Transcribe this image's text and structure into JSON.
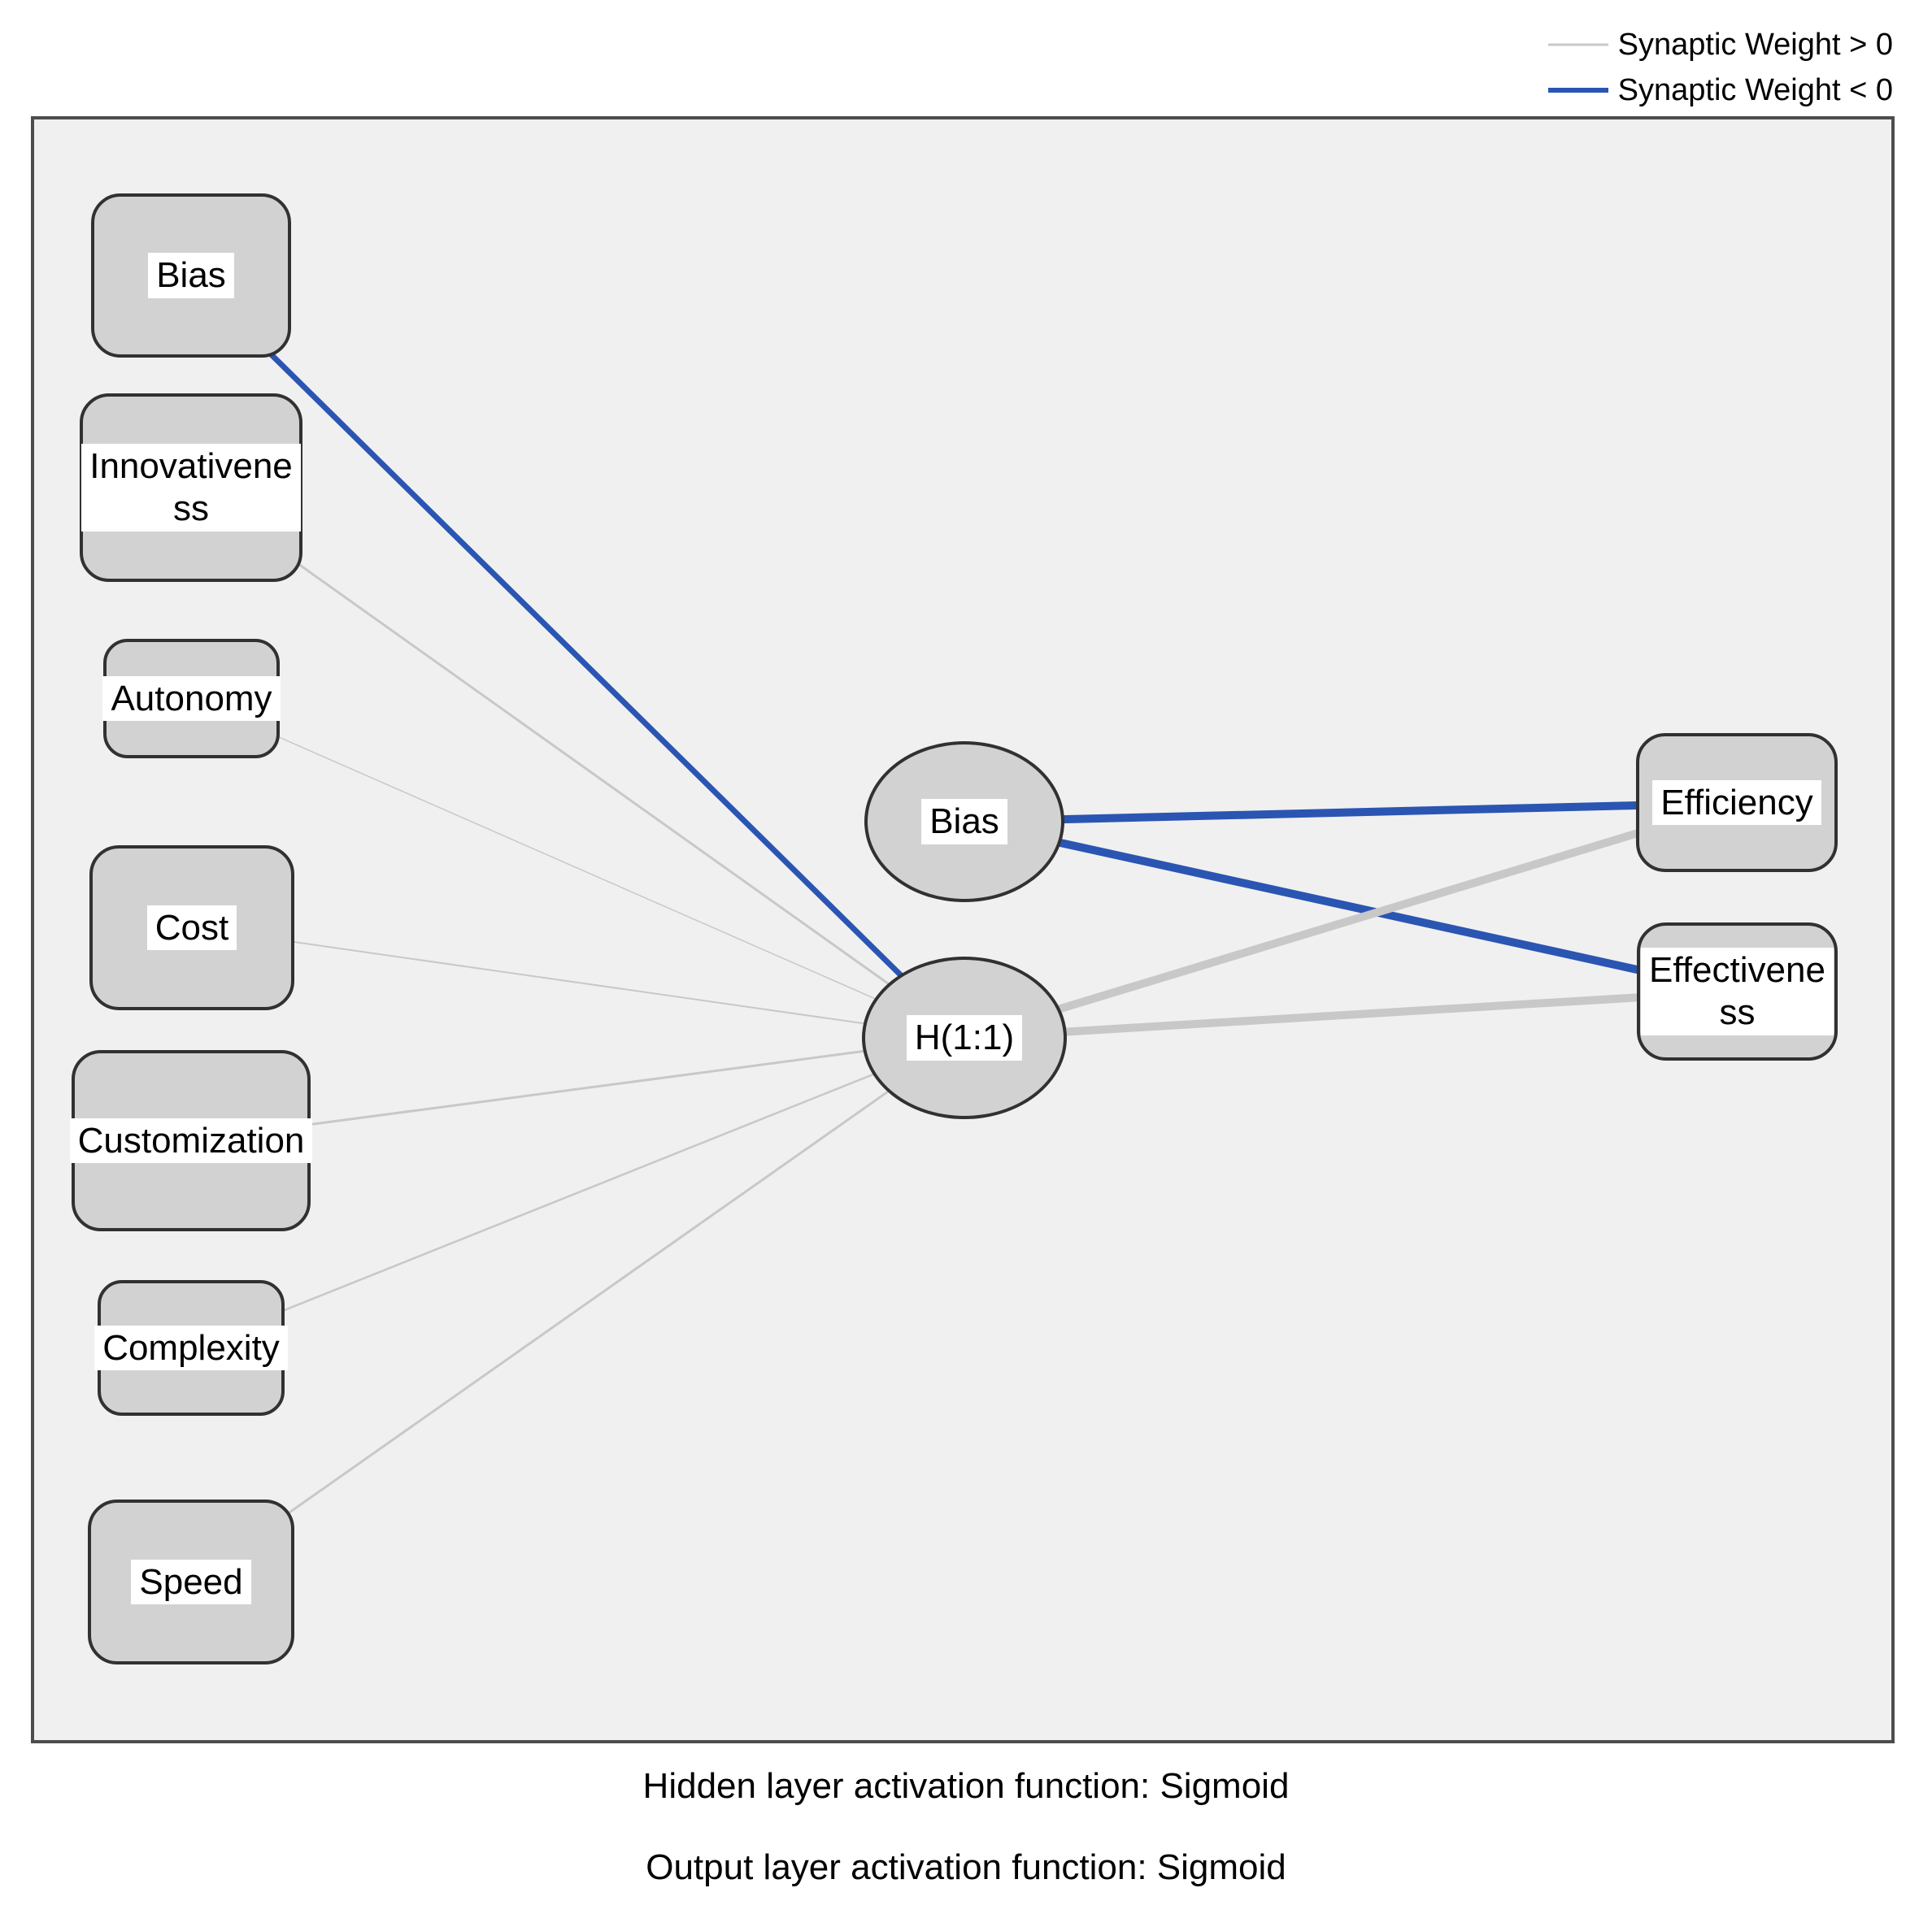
{
  "legend": {
    "positive_label": "Synaptic Weight > 0",
    "negative_label": "Synaptic Weight < 0"
  },
  "colors": {
    "positive_weight": "#c8c8c8",
    "negative_weight": "#2b55b2"
  },
  "network": {
    "inputs": [
      {
        "label": "Bias"
      },
      {
        "label": "Innovativene\nss"
      },
      {
        "label": "Autonomy"
      },
      {
        "label": "Cost"
      },
      {
        "label": "Customization"
      },
      {
        "label": "Complexity"
      },
      {
        "label": "Speed"
      }
    ],
    "hidden": [
      {
        "label": "Bias"
      },
      {
        "label": "H(1:1)"
      }
    ],
    "outputs": [
      {
        "label": "Efficiency"
      },
      {
        "label": "Effectivene\nss"
      }
    ],
    "edges": [
      {
        "from": "Bias (input)",
        "to": "H(1:1)",
        "sign": "negative"
      },
      {
        "from": "Innovativeness",
        "to": "H(1:1)",
        "sign": "positive"
      },
      {
        "from": "Autonomy",
        "to": "H(1:1)",
        "sign": "positive"
      },
      {
        "from": "Cost",
        "to": "H(1:1)",
        "sign": "positive"
      },
      {
        "from": "Customization",
        "to": "H(1:1)",
        "sign": "positive"
      },
      {
        "from": "Complexity",
        "to": "H(1:1)",
        "sign": "positive"
      },
      {
        "from": "Speed",
        "to": "H(1:1)",
        "sign": "positive"
      },
      {
        "from": "Bias (hidden)",
        "to": "Efficiency",
        "sign": "negative"
      },
      {
        "from": "Bias (hidden)",
        "to": "Effectiveness",
        "sign": "negative"
      },
      {
        "from": "H(1:1)",
        "to": "Efficiency",
        "sign": "positive"
      },
      {
        "from": "H(1:1)",
        "to": "Effectiveness",
        "sign": "positive"
      }
    ]
  },
  "footer": {
    "line1": "Hidden layer activation function: Sigmoid",
    "line2": "Output layer activation function: Sigmoid"
  }
}
